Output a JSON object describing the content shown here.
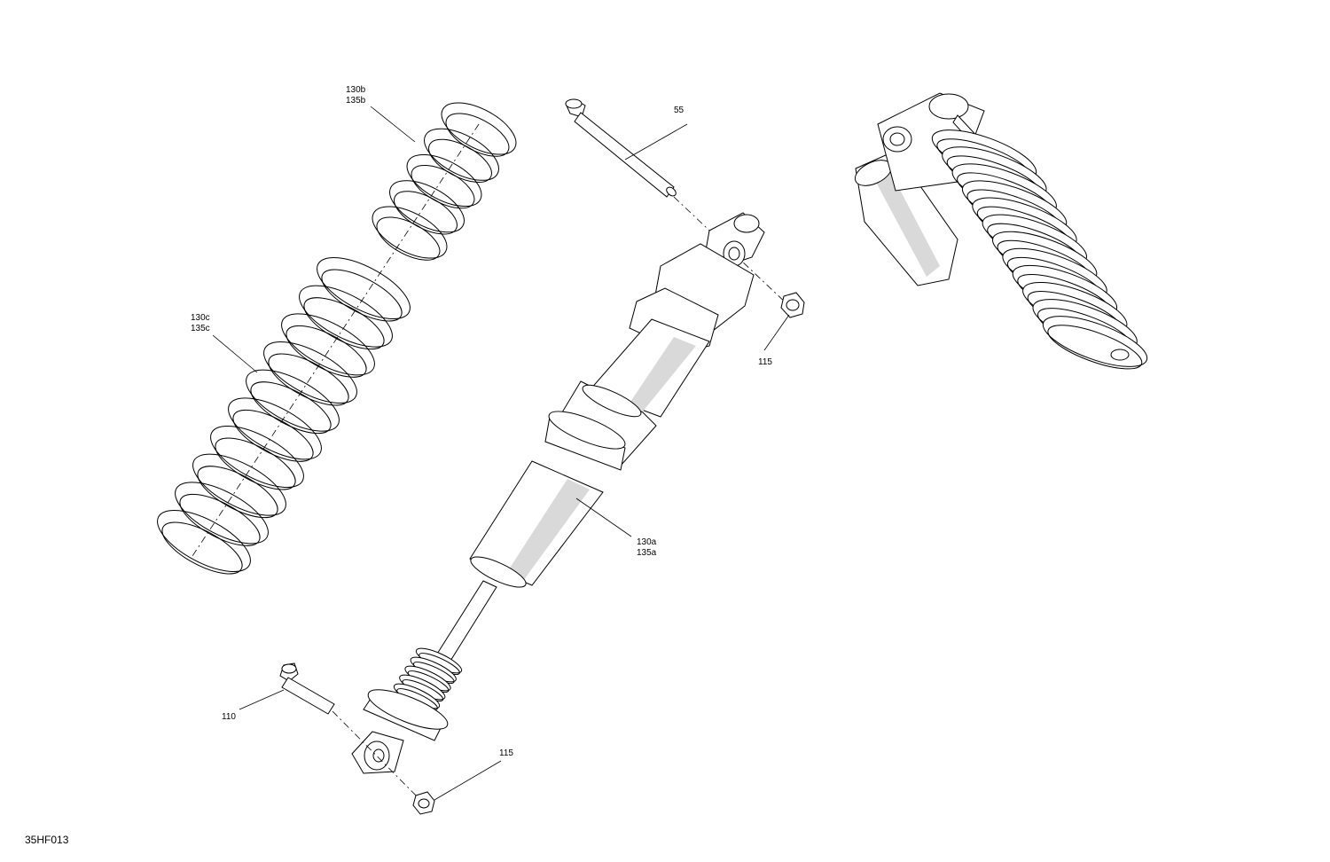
{
  "callouts": {
    "spring_upper": [
      "130b",
      "135b"
    ],
    "spring_lower": [
      "130c",
      "135c"
    ],
    "bolt_top": "55",
    "nut_top": "115",
    "shock_body": [
      "130a",
      "135a"
    ],
    "bolt_bottom": "110",
    "nut_bottom": "115"
  },
  "drawing_code": "35HF013",
  "colors": {
    "line": "#000000",
    "shade": "#d9d9d9",
    "background": "#ffffff"
  }
}
